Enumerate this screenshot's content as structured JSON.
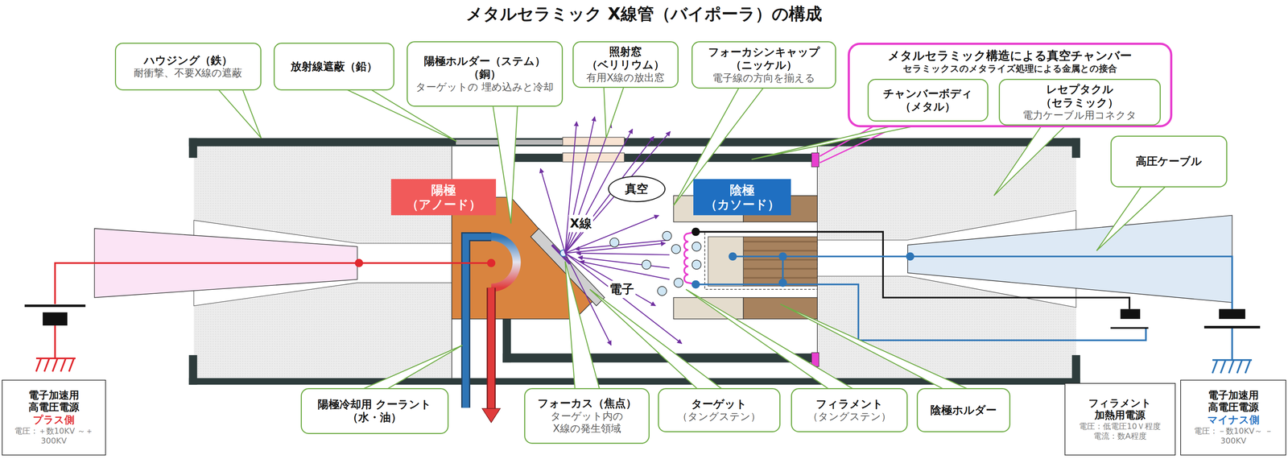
{
  "diagram": {
    "title": "メタルセラミック X線管（バイポーラ）の構成",
    "nodes": [
      {
        "text": [
          "ハウジング（鉄）",
          "耐衝撃、不要X線の遮蔽"
        ]
      },
      {
        "text": [
          "放射線遮蔽（鉛）"
        ]
      },
      {
        "text": [
          "陽極ホルダー（ステム） （銅）",
          "ターゲットの 埋め込みと冷却"
        ]
      },
      {
        "text": [
          "照射窓 （ベリリウム）",
          "有用X線の放出窓"
        ]
      },
      {
        "text": [
          "フォーカシンキャップ （ニッケル）",
          "電子線の方向を揃える"
        ]
      },
      {
        "text": [
          "メタルセラミック構造による真空チャンバー",
          "セラミックスのメタライズ処理による金属との接合"
        ]
      },
      {
        "text": [
          "チャンバーボディ （メタル）"
        ],
        "in": 5
      },
      {
        "text": [
          "レセプタクル （セラミック）",
          "電力ケーブル用コネクタ"
        ],
        "in": 5
      },
      {
        "text": [
          "高圧ケーブル"
        ]
      },
      {
        "text": [
          "陽極 （アノード）"
        ]
      },
      {
        "text": [
          "真空"
        ]
      },
      {
        "text": [
          "陰極 （カソード）"
        ]
      },
      {
        "text": [
          "陽極冷却用 クーラント（水・油）"
        ]
      },
      {
        "text": [
          "フォーカス（焦点）",
          "ターゲット内の X線の発生領域"
        ]
      },
      {
        "text": [
          "ターゲット",
          "（タングステン）"
        ]
      },
      {
        "text": [
          "フィラメント",
          "（タングステン）"
        ]
      },
      {
        "text": [
          "陰極ホルダー"
        ]
      },
      {
        "text": [
          "電子加速用 高電圧電源",
          "プラス側",
          "電圧：＋数10KV ～＋300KV"
        ]
      },
      {
        "text": [
          "フィラメント 加熱用電源",
          "電圧：低電圧10Ｖ程度 電流：数A程度"
        ]
      },
      {
        "text": [
          "電子加速用 高電圧電源",
          "マイナス側",
          "電圧：－数10KV～ －300KV"
        ]
      }
    ],
    "labels": [
      "X線",
      "電子"
    ]
  }
}
